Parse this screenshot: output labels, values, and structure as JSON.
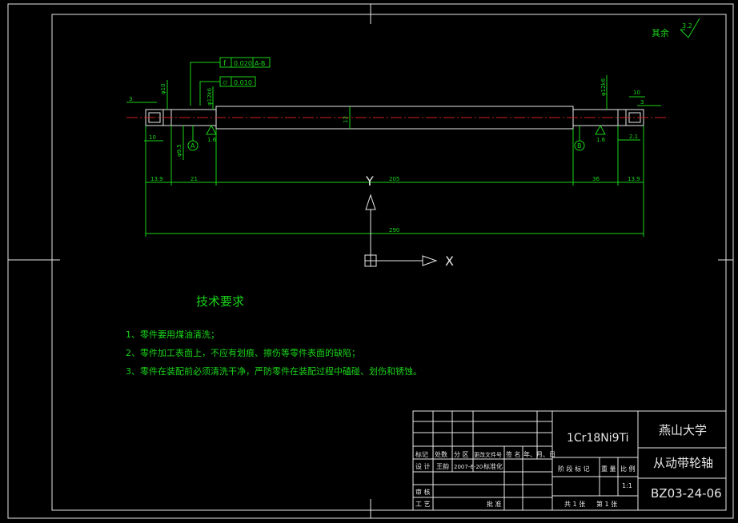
{
  "drawing": {
    "roughness_note": "其余",
    "roughness_value": "3.2",
    "tolerances": [
      {
        "symbol": "f",
        "value": "0.020",
        "datum": "A-B"
      },
      {
        "symbol": "⌭",
        "value": "0.010"
      }
    ],
    "dimensions": {
      "d_left_shoulder": "φ10",
      "d_left_seat": "φ12k6",
      "d_right_seat": "φ12k6",
      "d_body": "12",
      "d_left_small": "φ9.5",
      "len_left_end": "13.9",
      "len_left_seat": "21",
      "len_mid": "205",
      "len_right_seat": "36",
      "len_right_end": "13.9",
      "len_total": "290",
      "key_left_top": "3",
      "key_left_bottom": "10",
      "key_right_top": "10",
      "key_right_side": "3",
      "right_gap": "2.1",
      "rough_left": "1.6",
      "rough_right": "1.6",
      "datum_a": "A",
      "datum_b": "B"
    },
    "axes": {
      "y": "Y",
      "x": "X"
    }
  },
  "requirements": {
    "heading": "技术要求",
    "items": [
      "1、零件要用煤油清洗；",
      "2、零件加工表面上，不应有划痕、擦伤等零件表面的缺陷；",
      "3、零件在装配前必须清洗干净，严防零件在装配过程中磕碰、划伤和锈蚀。"
    ]
  },
  "title_block": {
    "material": "1Cr18Ni9Ti",
    "school": "燕山大学",
    "part_name": "从动带轮轴",
    "drawing_no": "BZ03-24-06",
    "rev_headers": [
      "标记",
      "处数",
      "分 区",
      "更改文件号",
      "签 名",
      "年、月、日"
    ],
    "designer_label": "设 计",
    "designer": "王韵",
    "date": "2007-6-20",
    "standardize": "标准化",
    "stage_label": "阶 段 标 记",
    "weight_label": "重 量",
    "scale_label": "比 例",
    "scale": "1:1",
    "review_label": "审 核",
    "process_label": "工 艺",
    "approve_label": "批 准",
    "total_label": "共 1  张",
    "sheet_label": "第  1 张"
  }
}
